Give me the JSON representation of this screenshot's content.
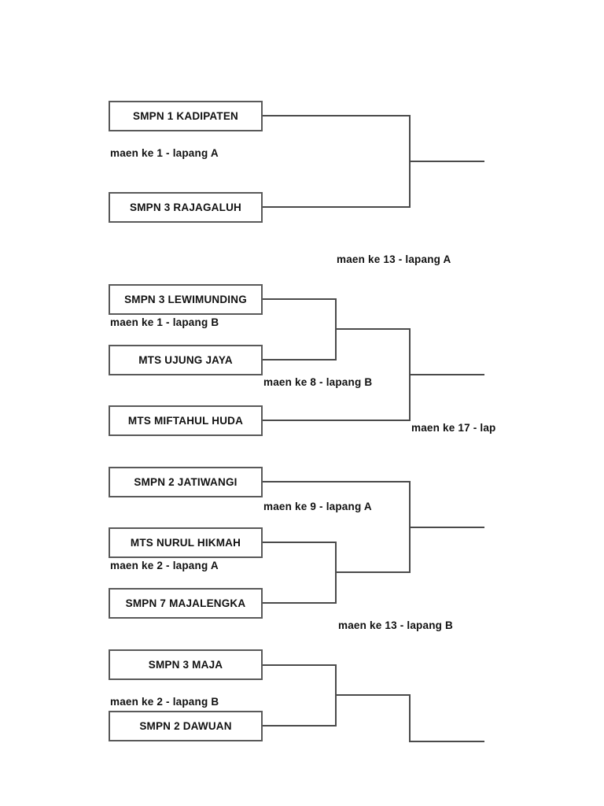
{
  "page": {
    "kind": "tournament-bracket"
  },
  "colors": {
    "page_bg": "#ffffff",
    "box_border": "#595959",
    "line_color": "#4a4a4a",
    "text_color": "#111111"
  },
  "teams": [
    {
      "name": "SMPN 1 KADIPATEN"
    },
    {
      "name": "SMPN 3 RAJAGALUH"
    },
    {
      "name": "SMPN 3 LEWIMUNDING"
    },
    {
      "name": "MTS UJUNG JAYA"
    },
    {
      "name": "MTS MIFTAHUL HUDA"
    },
    {
      "name": "SMPN 2 JATIWANGI"
    },
    {
      "name": "MTS NURUL HIKMAH"
    },
    {
      "name": "SMPN 7 MAJALENGKA"
    },
    {
      "name": "SMPN 3 MAJA"
    },
    {
      "name": "SMPN 2 DAWUAN"
    }
  ],
  "match_labels": [
    {
      "text": "maen ke 1 - lapang A"
    },
    {
      "text": "maen ke 13 - lapang A"
    },
    {
      "text": "maen ke 1 - lapang B"
    },
    {
      "text": "maen ke 8 - lapang B"
    },
    {
      "text": "maen ke 17 - lap"
    },
    {
      "text": "maen ke 9 - lapang A"
    },
    {
      "text": "maen ke 2 - lapang A"
    },
    {
      "text": "maen ke 13 - lapang B"
    },
    {
      "text": "maen ke 2 - lapang B"
    }
  ]
}
